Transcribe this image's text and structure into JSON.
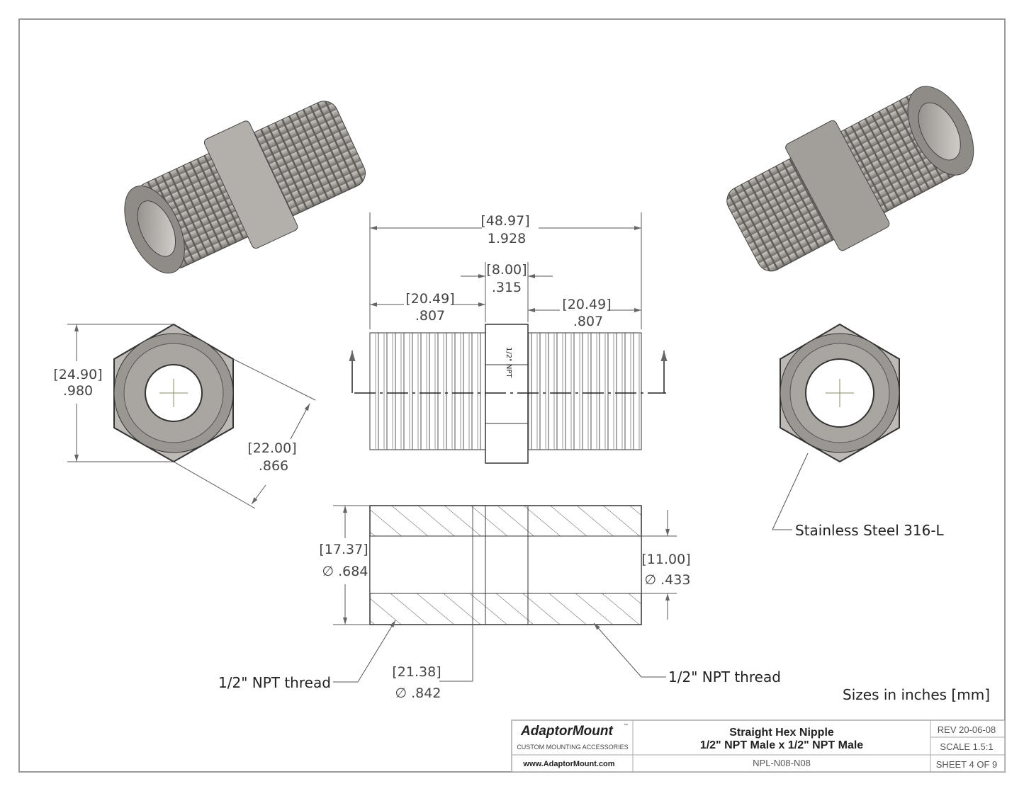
{
  "dimensions": {
    "overall": {
      "mm": "[48.97]",
      "in": "1.928"
    },
    "hex_width": {
      "mm": "[8.00]",
      "in": ".315"
    },
    "thread_left": {
      "mm": "[20.49]",
      "in": ".807"
    },
    "thread_right": {
      "mm": "[20.49]",
      "in": ".807"
    },
    "hex_corners": {
      "mm": "[24.90]",
      "in": ".980"
    },
    "hex_flats": {
      "mm": "[22.00]",
      "in": ".866"
    },
    "outer_dia": {
      "mm": "[17.37]",
      "in": "∅ .684"
    },
    "bore_dia": {
      "mm": "[11.00]",
      "in": "∅ .433"
    },
    "thread_dia": {
      "mm": "[21.38]",
      "in": "∅ .842"
    }
  },
  "callouts": {
    "material": "Stainless Steel 316-L",
    "thread_left": "1/2\" NPT thread",
    "thread_right": "1/2\" NPT thread",
    "units_note": "Sizes in inches [mm]",
    "hex_marking": "1/2\" NPT"
  },
  "title_block": {
    "brand": "AdaptorMount",
    "trademark": "™",
    "tagline": "CUSTOM MOUNTING ACCESSORIES",
    "website": "www.AdaptorMount.com",
    "title_line1": "Straight Hex Nipple",
    "title_line2": "1/2\" NPT Male x 1/2\" NPT Male",
    "part_number": "NPL-N08-N08",
    "rev": "REV 20-06-08",
    "scale": "SCALE 1.5:1",
    "sheet": "SHEET 4 OF 9"
  }
}
